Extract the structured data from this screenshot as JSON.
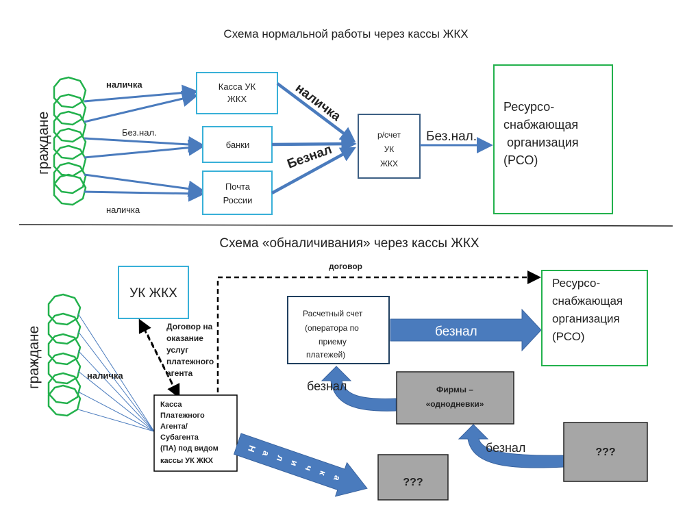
{
  "top": {
    "title": "Схема нормальной работы через кассы ЖКХ",
    "citizens": "граждане",
    "edge_cash_1": "наличка",
    "edge_noncash": "Без.нал.",
    "edge_cash_2": "наличка",
    "kassa_line1": "Касса УК",
    "kassa_line2": "ЖКХ",
    "banks": "банки",
    "post_line1": "Почта",
    "post_line2": "России",
    "arrow_cash": "наличка",
    "arrow_beznal": "Безнал",
    "account_line1": "р/счет",
    "account_line2": "УК",
    "account_line3": "ЖКХ",
    "arrow_to_rso": "Без.нал.",
    "rso_line1": "Ресурсо-",
    "rso_line2": "снабжающая",
    "rso_line3": "организация",
    "rso_line4": "(РСО)"
  },
  "bottom": {
    "title": "Схема «обналичивания»  через кассы ЖКХ",
    "citizens": "граждане",
    "uk": "УК ЖКХ",
    "contract": "договор",
    "agreement_line1": "Договор на",
    "agreement_line2": "оказание",
    "agreement_line3": "услуг",
    "agreement_line4": "платежного",
    "agreement_line5": "агента",
    "cash": "наличка",
    "agent_line1": "Касса",
    "agent_line2": "Платежного",
    "agent_line3": "Агента/",
    "agent_line4": "Субагента",
    "agent_line5": "(ПА) под видом",
    "agent_line6": "кассы  УК ЖКХ",
    "account_line1": "Расчетный счет",
    "account_line2": "(оператора по",
    "account_line3": "приему",
    "account_line4": "платежей)",
    "beznal_to_rso": "безнал",
    "rso_line1": "Ресурсо-",
    "rso_line2": "снабжающая",
    "rso_line3": "организация",
    "rso_line4": "(РСО)",
    "firms_line1": "Фирмы –",
    "firms_line2": "«однодневки»",
    "beznal_up": "безнал",
    "beznal_right": "безнал",
    "unknown_left": "???",
    "unknown_right": "???",
    "nalichka_letters": [
      "Н",
      "а",
      "л",
      "и",
      "ч",
      "к",
      "а"
    ]
  }
}
